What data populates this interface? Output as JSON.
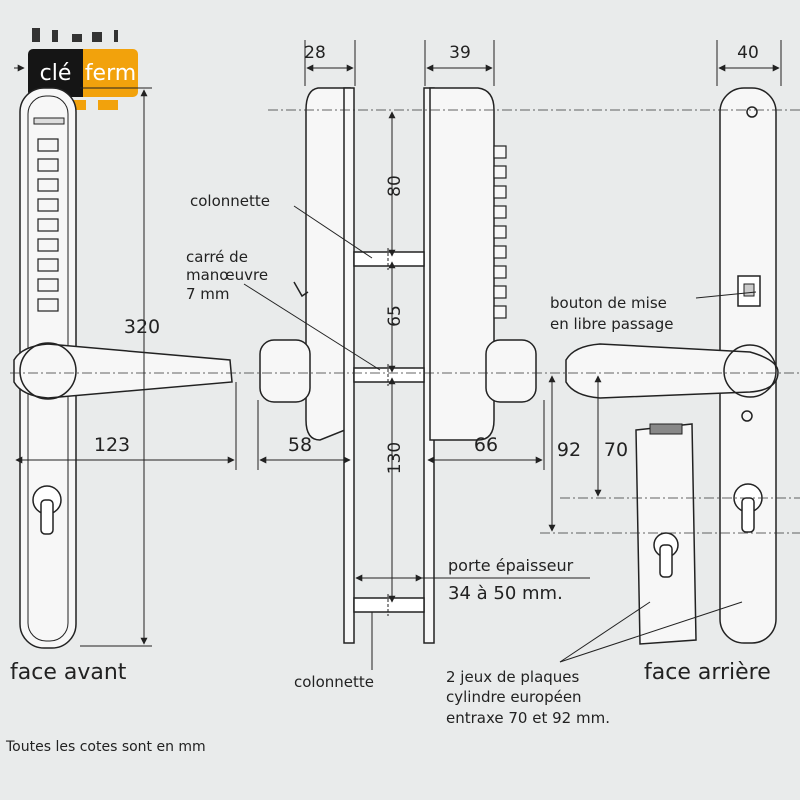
{
  "brand": {
    "part1": "clé",
    "part2": "ferm",
    "dark_color": "#151515",
    "accent_color": "#f2a20c"
  },
  "labels": {
    "colonnette_top": "colonnette",
    "carre_line1": "carré de",
    "carre_line2": "manœuvre",
    "carre_line3": "7 mm",
    "bouton_line1": "bouton de mise",
    "bouton_line2": "en libre passage",
    "porte_line1": "porte épaisseur",
    "porte_line2": "34 à 50 mm.",
    "colonnette_bottom": "colonnette",
    "plaques_line1": "2 jeux de plaques",
    "plaques_line2": "cylindre européen",
    "plaques_line3": "entraxe 70 et 92 mm.",
    "face_avant": "face avant",
    "face_arriere": "face arrière",
    "note": "Toutes les cotes sont en mm"
  },
  "dimensions": {
    "d28": "28",
    "d39": "39",
    "d40": "40",
    "d80": "80",
    "d65": "65",
    "d130": "130",
    "d320": "320",
    "d123": "123",
    "d58": "58",
    "d66": "66",
    "d92": "92",
    "d70": "70"
  }
}
